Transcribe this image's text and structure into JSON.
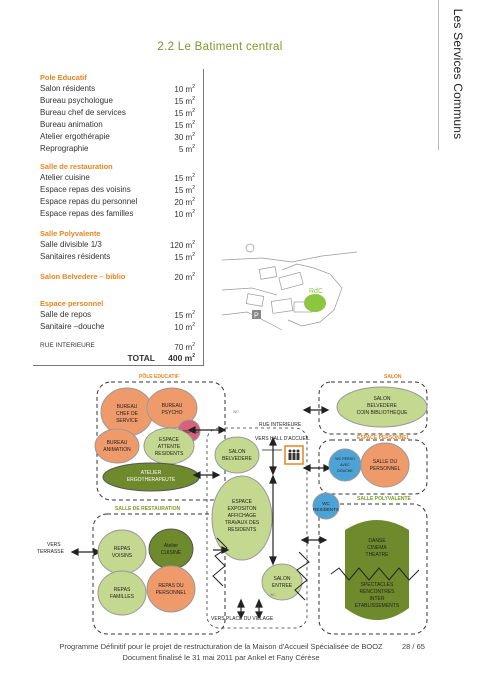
{
  "side_title": "Les Services Communs",
  "section_title": "2.2 Le Batiment central",
  "table": {
    "pole_educatif": {
      "heading": "Pole Educatif",
      "rows": [
        {
          "label": "Salon résidents",
          "value": "10 m",
          "unit": "2"
        },
        {
          "label": "Bureau psychologue",
          "value": "15 m",
          "unit": "2"
        },
        {
          "label": "Bureau chef de services",
          "value": "15 m",
          "unit": "2"
        },
        {
          "label": "Bureau animation",
          "value": "15 m",
          "unit": "2"
        },
        {
          "label": "Atelier ergothérapie",
          "value": "30 m",
          "unit": "2"
        },
        {
          "label": "Reprographie",
          "value": "5 m",
          "unit": "2"
        }
      ]
    },
    "salle_restauration": {
      "heading": "Salle de restauration",
      "rows": [
        {
          "label": "Atelier cuisine",
          "value": "15 m",
          "unit": "2"
        },
        {
          "label": "Espace repas des voisins",
          "value": "15 m",
          "unit": "2"
        },
        {
          "label": "Espace repas du personnel",
          "value": "20 m",
          "unit": "2"
        },
        {
          "label": "Espace repas des familles",
          "value": "10 m",
          "unit": "2"
        }
      ]
    },
    "salle_polyvalente": {
      "heading": "Salle Polyvalente",
      "rows": [
        {
          "label": "Salle divisible 1/3",
          "value": "120 m",
          "unit": "2"
        },
        {
          "label": "Sanitaires résidents",
          "value": "15 m",
          "unit": "2"
        }
      ]
    },
    "salon_belvedere": {
      "heading": "Salon Belvedere – biblio",
      "value": "20 m",
      "unit": "2"
    },
    "espace_personnel": {
      "heading": "Espace personnel",
      "rows": [
        {
          "label": "Salle de repos",
          "value": "15 m",
          "unit": "2"
        },
        {
          "label": "Sanitaire –douche",
          "value": "10 m",
          "unit": "2"
        }
      ]
    },
    "rue_interieure": {
      "label": "RUE INTERIEURE",
      "value": "70 m",
      "unit": "2"
    },
    "total": {
      "label": "TOTAL",
      "value": "400 m",
      "unit": "2"
    }
  },
  "map": {
    "label": "RdC",
    "parking": "P"
  },
  "diagram": {
    "zones": {
      "pole_educatif": "PÔLE EDUCATIF",
      "salon": "SALON",
      "salle_restauration": "SALLE DE RESTAURATION",
      "salle_polyvalente": "SALLE POLYVALENTE",
      "espace_personnel": "ESPACE PERSONNEL"
    },
    "bubbles": {
      "bureau_chef": [
        "BUREAU",
        "CHEF DE",
        "SERVICE"
      ],
      "bureau_psycho": [
        "BUREAU",
        "PSYCHO"
      ],
      "repro": "REPRO",
      "bureau_animation": [
        "BUREAU",
        "ANIMATION"
      ],
      "espace_attente": [
        "ESPACE",
        "ATTENTE",
        "RESIDENTS"
      ],
      "atelier_ergo": [
        "ATELIER",
        "ERGOTHERAPEUTE"
      ],
      "salon_belvedere_small": [
        "SALON",
        "BELVEDERE"
      ],
      "espace_exposition": [
        "ESPACE",
        "EXPOSITON",
        "AFFICHAGE",
        "TRAVAUX DES",
        "RESIDENTS"
      ],
      "salon_entree": [
        "SALON",
        "ENTREE"
      ],
      "salon_belvedere_biblio": [
        "SALON",
        "BELVEDERE",
        "COIN BIBLIOTHEQUE"
      ],
      "wc_perso": [
        "WC PERSO",
        "AVEC",
        "DOUCHE"
      ],
      "salle_personnel": [
        "SALLE DU",
        "PERSONNEL"
      ],
      "wc_residents": [
        "WC",
        "RESIDENTS"
      ],
      "danse": [
        "DANSE",
        "CINEMA",
        "THEATRE"
      ],
      "spectacles": [
        "SPECTACLES",
        "RENCONTRES",
        "INTER",
        "ETABLISSEMENTS"
      ],
      "repas_voisins": [
        "REPAS",
        "VOISINS"
      ],
      "atelier_cuisine": [
        "Atelier",
        "CUISINE"
      ],
      "repas_familles": [
        "REPAS",
        "FAMILLES"
      ],
      "repas_personnel": [
        "REPAS DU",
        "PERSONNEL"
      ]
    },
    "labels": {
      "rue_interieure": "RUE INTERIEURE",
      "vers_hall": "VERS HALL D'ACCUEIL",
      "vers_terrasse": [
        "VERS",
        "TERRASSE"
      ],
      "vers_place": "VERS PLACE DU VILLAGE",
      "wc": "WC"
    }
  },
  "footer": {
    "line1": "Programme Définitif pour le projet de restructuration de la Maison d'Accueil Spécialisée de BOOZ",
    "line2": "Document finalisé le 31 mai 2011 par Ankel et Fany Cérèse",
    "page": "28 / 65"
  },
  "colors": {
    "orange": "#ef9a6b",
    "green_light": "#c5d88f",
    "green_dark": "#6e8a2c",
    "blue": "#4ea3d6",
    "heading": "#e8841e",
    "title": "#7a9a2a"
  }
}
